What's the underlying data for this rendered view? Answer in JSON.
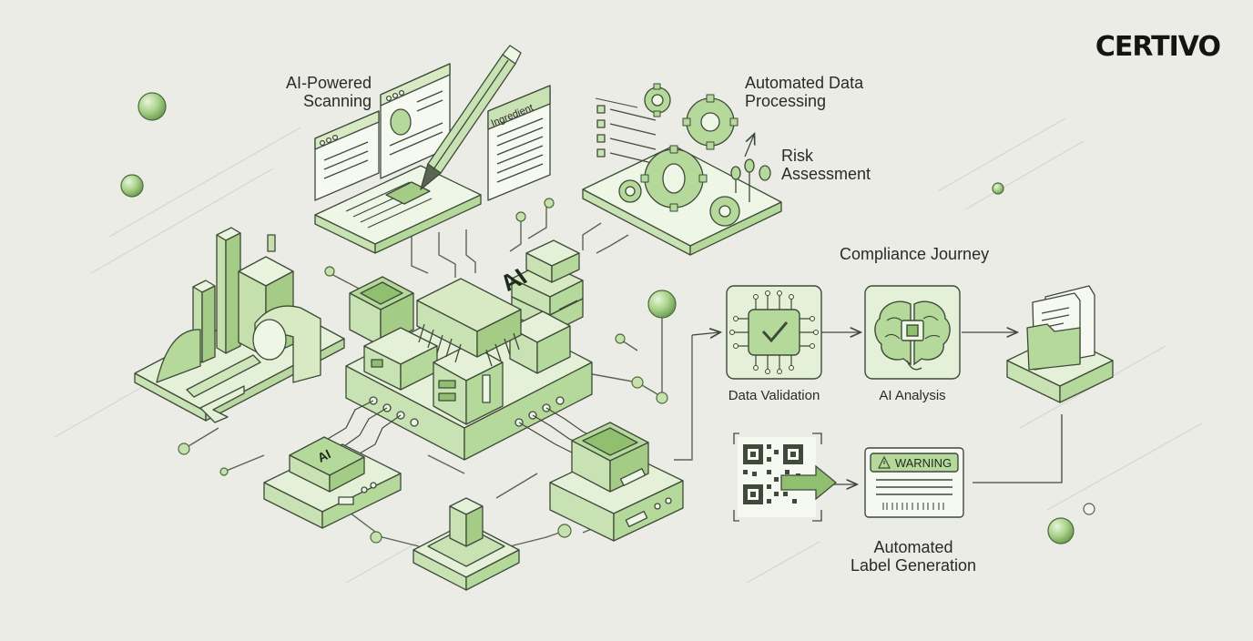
{
  "brand": {
    "logo_text": "CERTIVO"
  },
  "labels": {
    "ai_powered_scanning": [
      "AI-Powered",
      "Scanning"
    ],
    "automated_data_processing": [
      "Automated Data",
      "Processing"
    ],
    "risk_assessment": [
      "Risk",
      "Assessment"
    ],
    "compliance_journey": "Compliance Journey",
    "automated_label_generation": [
      "Automated",
      "Label Generation"
    ]
  },
  "steps": {
    "data_validation": "Data Validation",
    "ai_analysis": "AI Analysis"
  },
  "document_text": {
    "ingredient": "Ingredient"
  },
  "chip_text": {
    "main": "AI",
    "small": "AI"
  },
  "warning_label": {
    "title": "WARNING",
    "icon": "warning-triangle-icon"
  },
  "colors": {
    "background": "#ecece6",
    "green_light": "#d9ebc6",
    "green_mid": "#b5d99a",
    "green_dark": "#8fbf6f",
    "outline": "#3f4a3a",
    "text": "#2a2a2a"
  },
  "icons": [
    "city-buildings-icon",
    "pen-icon",
    "document-icon",
    "ingredient-list-icon",
    "gear-icon",
    "checklist-icon",
    "ai-chip-icon",
    "server-block-icon",
    "checkmark-chip-icon",
    "brain-chip-icon",
    "folder-documents-icon",
    "qr-code-icon",
    "arrow-icon",
    "warning-label-icon",
    "barcode-icon",
    "node-dot-icon"
  ]
}
